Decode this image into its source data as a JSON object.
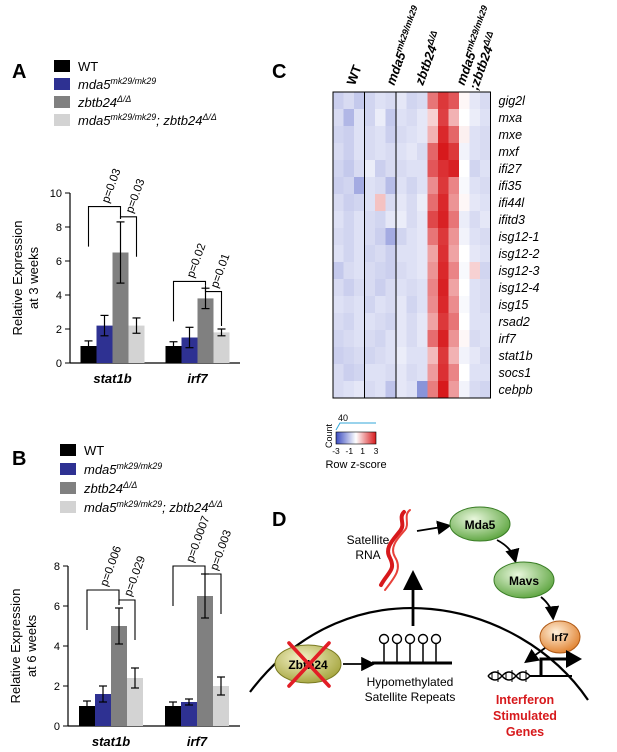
{
  "panels": {
    "A": "A",
    "B": "B",
    "C": "C",
    "D": "D"
  },
  "legend_labels": [
    {
      "base": "WT",
      "sup": "",
      "tail": "",
      "sup2": ""
    },
    {
      "base": "mda5",
      "sup": "mk29/mk29",
      "tail": "",
      "sup2": ""
    },
    {
      "base": "zbtb24",
      "sup": "Δ/Δ",
      "tail": "",
      "sup2": ""
    },
    {
      "base": "mda5",
      "sup": "mk29/mk29",
      "tail": "; zbtb24",
      "sup2": "Δ/Δ"
    }
  ],
  "series_colors": [
    "#000000",
    "#2e3192",
    "#808080",
    "#d3d3d3"
  ],
  "chart_data": [
    {
      "type": "bar",
      "panel": "A",
      "ylabel_lines": [
        "Relative Expression",
        "at 3 weeks"
      ],
      "ylim": [
        0,
        10
      ],
      "yticks": [
        0,
        2,
        4,
        6,
        8,
        10
      ],
      "categories": [
        "stat1b",
        "irf7"
      ],
      "series": [
        {
          "name": "WT",
          "values": [
            1.0,
            1.0
          ],
          "errors": [
            0.3,
            0.25
          ]
        },
        {
          "name": "mda5 mk29/mk29",
          "values": [
            2.2,
            1.5
          ],
          "errors": [
            0.6,
            0.6
          ]
        },
        {
          "name": "zbtb24 Δ/Δ",
          "values": [
            6.5,
            3.8
          ],
          "errors": [
            1.8,
            0.6
          ]
        },
        {
          "name": "mda5 mk29/mk29; zbtb24 Δ/Δ",
          "values": [
            2.2,
            1.8
          ],
          "errors": [
            0.45,
            0.2
          ]
        }
      ],
      "annotations": [
        {
          "category": 0,
          "from": 0,
          "to": 2,
          "label": "p=0.03",
          "level": 9.2
        },
        {
          "category": 0,
          "from": 2,
          "to": 3,
          "label": "p=0.03",
          "level": 8.6
        },
        {
          "category": 1,
          "from": 0,
          "to": 2,
          "label": "p=0.02",
          "level": 4.8
        },
        {
          "category": 1,
          "from": 2,
          "to": 3,
          "label": "p=0.01",
          "level": 4.2
        }
      ]
    },
    {
      "type": "bar",
      "panel": "B",
      "ylabel_lines": [
        "Relative Expression",
        "at 6 weeks"
      ],
      "ylim": [
        0,
        8
      ],
      "yticks": [
        0,
        2,
        4,
        6,
        8
      ],
      "categories": [
        "stat1b",
        "irf7"
      ],
      "series": [
        {
          "name": "WT",
          "values": [
            1.0,
            1.0
          ],
          "errors": [
            0.25,
            0.2
          ]
        },
        {
          "name": "mda5 mk29/mk29",
          "values": [
            1.6,
            1.2
          ],
          "errors": [
            0.4,
            0.15
          ]
        },
        {
          "name": "zbtb24 Δ/Δ",
          "values": [
            5.0,
            6.5
          ],
          "errors": [
            0.9,
            1.1
          ]
        },
        {
          "name": "mda5 mk29/mk29; zbtb24 Δ/Δ",
          "values": [
            2.4,
            2.0
          ],
          "errors": [
            0.5,
            0.45
          ]
        }
      ],
      "annotations": [
        {
          "category": 0,
          "from": 0,
          "to": 2,
          "label": "p=0.006",
          "level": 6.8
        },
        {
          "category": 0,
          "from": 2,
          "to": 3,
          "label": "p=0.029",
          "level": 6.3
        },
        {
          "category": 1,
          "from": 0,
          "to": 2,
          "label": "p=0.0007",
          "level": 8.0
        },
        {
          "category": 1,
          "from": 2,
          "to": 3,
          "label": "p=0.003",
          "level": 7.6
        }
      ]
    },
    {
      "type": "heatmap",
      "panel": "C",
      "columns": [
        {
          "base": "WT",
          "sup": "",
          "line2": "",
          "sup2": ""
        },
        {
          "base": "mda5",
          "sup": "mk29/mk29",
          "line2": "",
          "sup2": ""
        },
        {
          "base": "zbtb24",
          "sup": "Δ/Δ",
          "line2": "",
          "sup2": ""
        },
        {
          "base": "mda5",
          "sup": "mk29/mk29",
          "line2": ";zbtb24",
          "sup2": "Δ/Δ"
        }
      ],
      "rows": [
        "gig2l",
        "mxa",
        "mxe",
        "mxf",
        "ifi27",
        "ifi35",
        "ifi44l",
        "ifitd3",
        "isg12-1",
        "isg12-2",
        "isg12-3",
        "isg12-4",
        "isg15",
        "rsad2",
        "irf7",
        "stat1b",
        "socs1",
        "cebpb"
      ],
      "z": [
        [
          -0.8,
          -0.6,
          -0.9,
          -0.7,
          -0.5,
          -0.6,
          -0.4,
          -0.7,
          -0.6,
          1.8,
          2.6,
          2.2,
          0.1,
          -0.4,
          -0.6
        ],
        [
          -0.6,
          -1.2,
          -0.5,
          -0.7,
          -0.3,
          -0.9,
          -0.5,
          -0.6,
          -0.4,
          0.6,
          2.5,
          1.0,
          0.0,
          -0.3,
          -0.5
        ],
        [
          -0.7,
          -0.8,
          -0.5,
          -0.6,
          -0.5,
          -0.8,
          -0.6,
          -0.5,
          -0.4,
          1.0,
          2.8,
          2.0,
          0.2,
          -0.5,
          -0.6
        ],
        [
          -0.6,
          -0.8,
          -0.5,
          -0.6,
          -0.5,
          -0.6,
          -0.5,
          -0.4,
          -0.6,
          2.0,
          3.0,
          2.6,
          -0.2,
          -0.5,
          -0.6
        ],
        [
          -0.7,
          -0.9,
          -0.6,
          -0.3,
          -0.8,
          -0.6,
          -0.6,
          -0.5,
          -0.5,
          2.2,
          2.7,
          2.9,
          0.0,
          -0.7,
          -0.5
        ],
        [
          -0.8,
          -0.7,
          -1.4,
          -0.5,
          -0.6,
          -1.1,
          -0.5,
          -0.7,
          -0.5,
          1.5,
          2.6,
          1.6,
          -0.1,
          -0.5,
          -0.6
        ],
        [
          -0.6,
          -0.8,
          -0.7,
          -0.5,
          0.8,
          -0.6,
          -0.4,
          -0.6,
          -0.3,
          1.9,
          2.8,
          1.4,
          0.1,
          -0.4,
          -0.5
        ],
        [
          -0.5,
          -0.7,
          -0.5,
          -0.6,
          -0.7,
          -0.4,
          -0.3,
          -0.6,
          -0.4,
          2.4,
          2.9,
          1.8,
          -0.3,
          -0.6,
          -0.4
        ],
        [
          -0.6,
          -0.7,
          -0.5,
          -0.6,
          -0.8,
          -1.4,
          -0.7,
          -0.5,
          -0.4,
          1.8,
          2.6,
          1.4,
          -0.2,
          -0.5,
          -0.6
        ],
        [
          -0.5,
          -0.7,
          -0.5,
          -0.7,
          -0.6,
          -0.8,
          -0.5,
          -0.5,
          -0.4,
          1.2,
          2.7,
          1.2,
          0.0,
          -0.4,
          -0.5
        ],
        [
          -0.9,
          -0.6,
          -0.5,
          -0.6,
          -0.7,
          -0.8,
          -0.6,
          -0.5,
          -0.4,
          1.4,
          2.8,
          1.6,
          -0.1,
          0.6,
          -0.7
        ],
        [
          -0.6,
          -0.8,
          -0.6,
          -0.6,
          -0.8,
          -0.6,
          -0.5,
          -0.6,
          -0.5,
          1.6,
          2.9,
          1.2,
          0.0,
          -0.5,
          -0.6
        ],
        [
          -0.5,
          -0.6,
          -0.5,
          -0.7,
          -0.5,
          -0.6,
          -0.4,
          -0.7,
          -0.5,
          1.5,
          2.8,
          1.5,
          -0.1,
          -0.5,
          -0.6
        ],
        [
          -0.6,
          -0.7,
          -0.5,
          -0.5,
          -0.6,
          -0.7,
          -0.4,
          -0.6,
          -0.4,
          1.2,
          2.6,
          1.8,
          0.0,
          -0.5,
          -0.5
        ],
        [
          -0.7,
          -0.6,
          -0.5,
          -0.6,
          -0.7,
          -0.5,
          -0.4,
          -0.6,
          -0.4,
          1.9,
          2.9,
          1.4,
          0.1,
          -0.6,
          -0.5
        ],
        [
          -0.8,
          -0.7,
          -0.6,
          -0.7,
          -0.6,
          -0.5,
          -0.3,
          -0.5,
          -0.5,
          0.9,
          2.6,
          1.0,
          -0.2,
          -0.4,
          -0.6
        ],
        [
          -0.6,
          -0.8,
          -0.7,
          -0.5,
          -0.5,
          -0.6,
          -0.4,
          -0.6,
          -0.5,
          1.3,
          2.7,
          1.6,
          0.0,
          -0.5,
          -0.5
        ],
        [
          -0.6,
          -0.5,
          -0.4,
          -0.6,
          -0.5,
          -1.0,
          -0.4,
          -0.5,
          -1.8,
          1.7,
          3.0,
          1.3,
          -0.2,
          -0.6,
          -0.7
        ]
      ],
      "samples_per_group": [
        3,
        3,
        3,
        3,
        3
      ],
      "color_key": {
        "count_label": "Count",
        "count_tick": "40",
        "ticks": [
          -3,
          -1,
          1,
          3
        ],
        "label": "Row z-score",
        "low_color": "#3b4cc0",
        "mid_color": "#ffffff",
        "high_color": "#d7191c"
      }
    }
  ],
  "diagram": {
    "satellite_rna_lines": [
      "Satellite",
      "RNA"
    ],
    "mda5": "Mda5",
    "mavs": "Mavs",
    "irf7": "Irf7",
    "zbtb24": "Zbtb24",
    "hypomethylated_lines": [
      "Hypomethylated",
      "Satellite Repeats"
    ],
    "isg_lines": [
      "Interferon",
      "Stimulated",
      "Genes"
    ],
    "isg_color": "#d7191c"
  }
}
